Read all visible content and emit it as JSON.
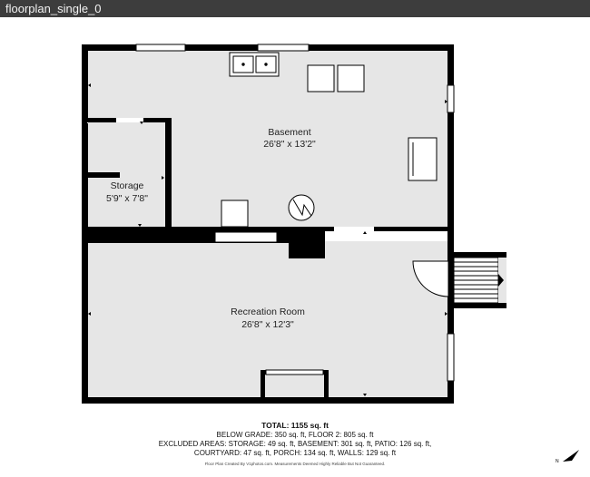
{
  "window": {
    "title": "floorplan_single_0"
  },
  "rooms": {
    "basement": {
      "name": "Basement",
      "dims": "26'8\" x 13'2\""
    },
    "storage": {
      "name": "Storage",
      "dims": "5'9\" x 7'8\""
    },
    "recreation": {
      "name": "Recreation Room",
      "dims": "26'8\" x 12'3\""
    }
  },
  "summary": {
    "total": "TOTAL: 1155 sq. ft",
    "line1": "BELOW GRADE: 350 sq. ft, FLOOR 2: 805 sq. ft",
    "line2": "EXCLUDED AREAS: STORAGE: 49 sq. ft, BASEMENT: 301 sq. ft, PATIO: 126 sq. ft,",
    "line3": "COURTYARD: 47 sq. ft, PORCH: 134 sq. ft, WALLS: 129 sq. ft",
    "credits": "Floor Plan Created By V1photos.com. Measurements Deemed Highly Reliable But Not Guaranteed."
  },
  "compass": {
    "label": "N",
    "icon": "north-arrow-icon"
  },
  "colors": {
    "floor": "#e6e6e6",
    "wall": "#000000",
    "titlebar": "#3d3d3d"
  }
}
